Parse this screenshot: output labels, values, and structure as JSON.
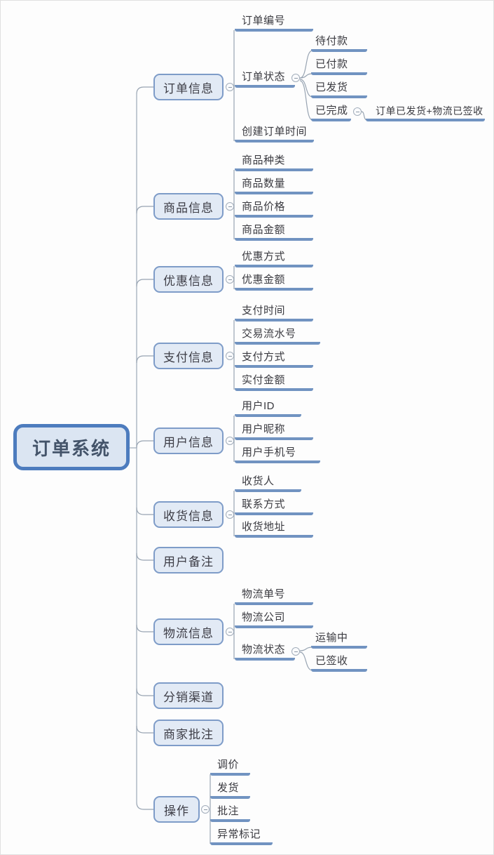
{
  "root": {
    "label": "订单系统"
  },
  "colors": {
    "root_fill": "#dbe5f2",
    "root_border": "#4d7cbe",
    "topic_fill": "#e2eaf5",
    "topic_border": "#7e9cc8",
    "branch_line": "#7193c1",
    "connector": "#98a4b2",
    "text": "#3a3a40",
    "root_text": "#44546a"
  },
  "branches": [
    {
      "label": "订单信息",
      "children": [
        {
          "label": "订单编号"
        },
        {
          "label": "订单状态",
          "children": [
            {
              "label": "待付款"
            },
            {
              "label": "已付款"
            },
            {
              "label": "已发货"
            },
            {
              "label": "已完成",
              "children": [
                {
                  "label": "订单已发货+物流已签收"
                }
              ]
            }
          ]
        },
        {
          "label": "创建订单时间"
        }
      ]
    },
    {
      "label": "商品信息",
      "children": [
        {
          "label": "商品种类"
        },
        {
          "label": "商品数量"
        },
        {
          "label": "商品价格"
        },
        {
          "label": "商品金额"
        }
      ]
    },
    {
      "label": "优惠信息",
      "children": [
        {
          "label": "优惠方式"
        },
        {
          "label": "优惠金额"
        }
      ]
    },
    {
      "label": "支付信息",
      "children": [
        {
          "label": "支付时间"
        },
        {
          "label": "交易流水号"
        },
        {
          "label": "支付方式"
        },
        {
          "label": "实付金额"
        }
      ]
    },
    {
      "label": "用户信息",
      "children": [
        {
          "label": "用户ID"
        },
        {
          "label": "用户昵称"
        },
        {
          "label": "用户手机号"
        }
      ]
    },
    {
      "label": "收货信息",
      "children": [
        {
          "label": "收货人"
        },
        {
          "label": "联系方式"
        },
        {
          "label": "收货地址"
        }
      ]
    },
    {
      "label": "用户备注"
    },
    {
      "label": "物流信息",
      "children": [
        {
          "label": "物流单号"
        },
        {
          "label": "物流公司"
        },
        {
          "label": "物流状态",
          "children": [
            {
              "label": "运输中"
            },
            {
              "label": "已签收"
            }
          ]
        }
      ]
    },
    {
      "label": "分销渠道"
    },
    {
      "label": "商家批注"
    },
    {
      "label": "操作",
      "children": [
        {
          "label": "调价"
        },
        {
          "label": "发货"
        },
        {
          "label": "批注"
        },
        {
          "label": "异常标记"
        }
      ]
    }
  ]
}
